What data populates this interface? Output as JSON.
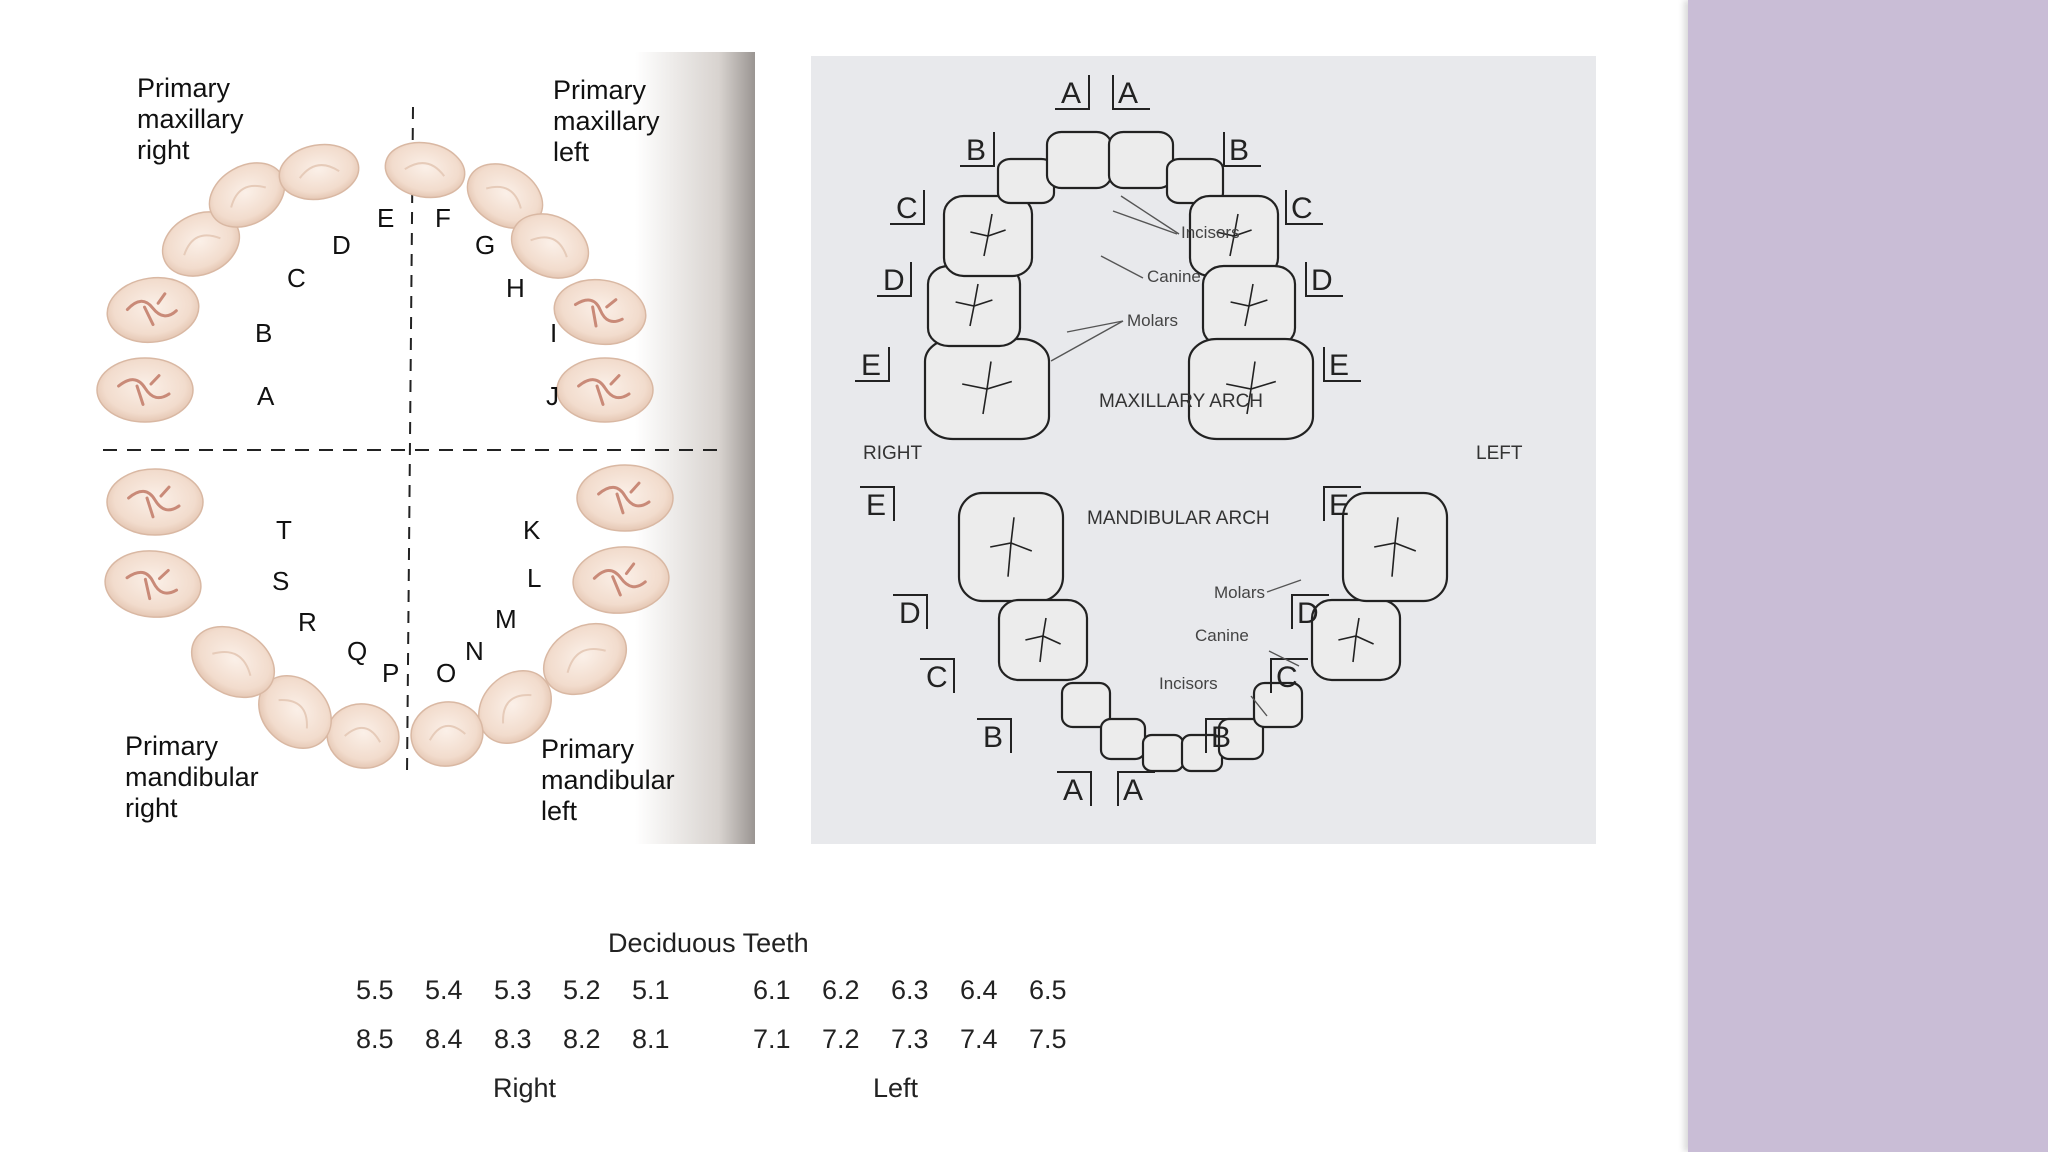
{
  "left_diagram": {
    "quadrant_labels": {
      "upper_right": [
        "Primary",
        "maxillary",
        "right"
      ],
      "upper_left": [
        "Primary",
        "maxillary",
        "left"
      ],
      "lower_right": [
        "Primary",
        "mandibular",
        "right"
      ],
      "lower_left": [
        "Primary",
        "mandibular",
        "left"
      ]
    },
    "upper_letters": [
      "A",
      "B",
      "C",
      "D",
      "E",
      "F",
      "G",
      "H",
      "I",
      "J"
    ],
    "lower_letters": [
      "K",
      "L",
      "M",
      "N",
      "O",
      "P",
      "Q",
      "R",
      "S",
      "T"
    ]
  },
  "right_diagram": {
    "upper_letters": [
      "A",
      "A",
      "B",
      "B",
      "C",
      "C",
      "D",
      "D",
      "E",
      "E"
    ],
    "lower_letters": [
      "E",
      "E",
      "D",
      "D",
      "C",
      "C",
      "B",
      "B",
      "A",
      "A"
    ],
    "maxillary_label": "MAXILLARY ARCH",
    "mandibular_label": "MANDIBULAR ARCH",
    "side_right": "RIGHT",
    "side_left": "LEFT",
    "upper_annotations": [
      "Incisors",
      "Canine",
      "Molars"
    ],
    "lower_annotations": [
      "Molars",
      "Canine",
      "Incisors"
    ]
  },
  "fdi_table": {
    "title": "Deciduous Teeth",
    "upper_right": [
      "5.5",
      "5.4",
      "5.3",
      "5.2",
      "5.1"
    ],
    "upper_left": [
      "6.1",
      "6.2",
      "6.3",
      "6.4",
      "6.5"
    ],
    "lower_right": [
      "8.5",
      "8.4",
      "8.3",
      "8.2",
      "8.1"
    ],
    "lower_left": [
      "7.1",
      "7.2",
      "7.3",
      "7.4",
      "7.5"
    ],
    "right_label": "Right",
    "left_label": "Left"
  },
  "colors": {
    "sidebar": "#c9bdd6",
    "tooth_fill": "#f3ddd0",
    "tooth_groove": "#c98a78"
  }
}
